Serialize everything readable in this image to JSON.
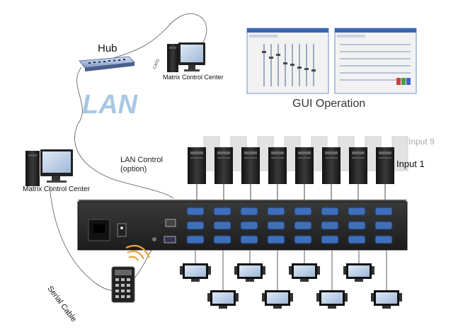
{
  "hub": {
    "label": "Hub",
    "cable": "CAT5"
  },
  "matrix_center_top": {
    "label": "Matrix Control Center"
  },
  "matrix_center_left": {
    "label": "Matrix Control Center"
  },
  "lan": {
    "label": "LAN"
  },
  "gui": {
    "label": "GUI Operation"
  },
  "lan_control": {
    "line1": "LAN Control",
    "line2": "(option)"
  },
  "inputs": {
    "first": "Input 1",
    "last": "Input 9"
  },
  "serial": {
    "label": "Serial Cable"
  },
  "colors": {
    "lan_text": "#a8c8e4",
    "panel": "#2b2b2b",
    "vga_port": "#3f6fb8",
    "remote_wave": "#f0a23a"
  }
}
